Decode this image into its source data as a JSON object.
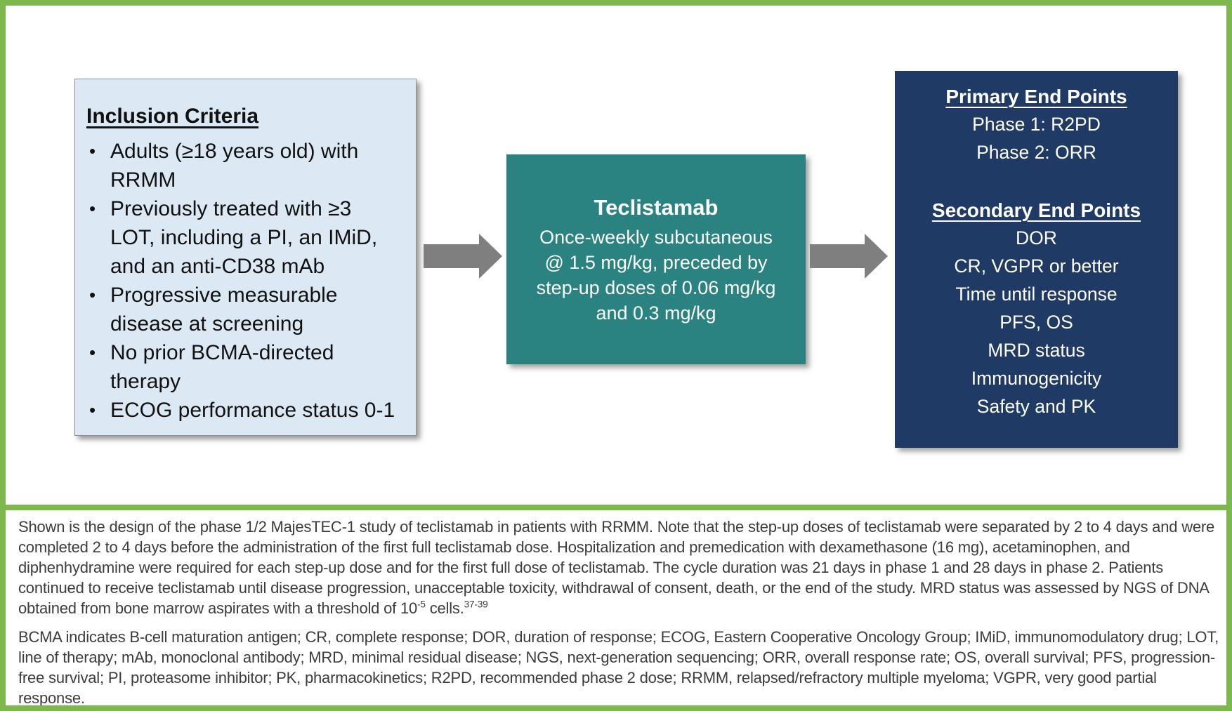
{
  "figure": {
    "description_role": "study-design-flow-diagram"
  },
  "colors": {
    "frame_green": "#7cb84e",
    "inclusion_box_fill": "#dce9f5",
    "treatment_box_fill": "#2a8281",
    "endpoints_box_fill": "#1f3a64",
    "arrow_gray": "#7f7f7f",
    "footnote_text": "#3c3c3c"
  },
  "inclusion_box": {
    "title": "Inclusion Criteria",
    "lines": [
      {
        "marker": "•",
        "text": "Adults (≥18 years old) with"
      },
      {
        "marker": "",
        "text": "RRMM"
      },
      {
        "marker": "•",
        "text": "Previously treated with ≥3"
      },
      {
        "marker": "",
        "text": "LOT, including a PI, an IMiD,"
      },
      {
        "marker": "",
        "text": "and an anti-CD38 mAb"
      },
      {
        "marker": "•",
        "text": "Progressive measurable"
      },
      {
        "marker": "",
        "text": "disease at screening"
      },
      {
        "marker": "•",
        "text": "No prior BCMA-directed"
      },
      {
        "marker": "",
        "text": "therapy"
      },
      {
        "marker": "•",
        "text": "ECOG performance status 0-1"
      }
    ]
  },
  "treatment_box": {
    "title": "Teclistamab",
    "lines": [
      "Once-weekly subcutaneous",
      "@ 1.5 mg/kg, preceded by",
      "step-up doses of 0.06 mg/kg",
      "and 0.3 mg/kg"
    ]
  },
  "endpoints_box": {
    "primary_title": "Primary End Points",
    "primary_items": [
      "Phase 1: R2PD",
      "Phase 2: ORR"
    ],
    "secondary_title": "Secondary End Points",
    "secondary_items": [
      "DOR",
      "CR, VGPR or better",
      "Time until response",
      "PFS, OS",
      "MRD status",
      "Immunogenicity",
      "Safety and PK"
    ]
  },
  "footnote": {
    "para1_text": "Shown is the design of the phase 1/2 MajesTEC-1 study of teclistamab in patients with RRMM. Note that the step-up doses of teclistamab were separated by 2 to 4 days and were completed 2 to 4 days before the administration of the first full teclistamab dose. Hospitalization and premedication with dexamethasone (16 mg), acetaminophen, and diphenhydramine were required for each step-up dose and for the first full dose of teclistamab. The cycle duration was 21 days in phase 1 and 28 days in phase 2. Patients continued to receive teclistamab until disease progression, unacceptable toxicity, withdrawal of consent, death, or the end of the study. MRD status was assessed by NGS of DNA obtained from bone marrow aspirates with a threshold of 10",
    "para1_sup1": "-5",
    "para1_text2": " cells.",
    "para1_sup2": "37-39",
    "para2": "BCMA indicates B-cell maturation antigen; CR, complete response; DOR, duration of response; ECOG, Eastern Cooperative Oncology Group; IMiD, immunomodulatory drug; LOT, line of therapy; mAb, monoclonal antibody; MRD, minimal residual disease; NGS, next-generation sequencing; ORR, overall response rate; OS, overall survival; PFS, progression-free survival; PI, proteasome inhibitor; PK, pharmacokinetics; R2PD, recommended phase 2 dose; RRMM, relapsed/refractory multiple myeloma; VGPR, very good partial response."
  }
}
